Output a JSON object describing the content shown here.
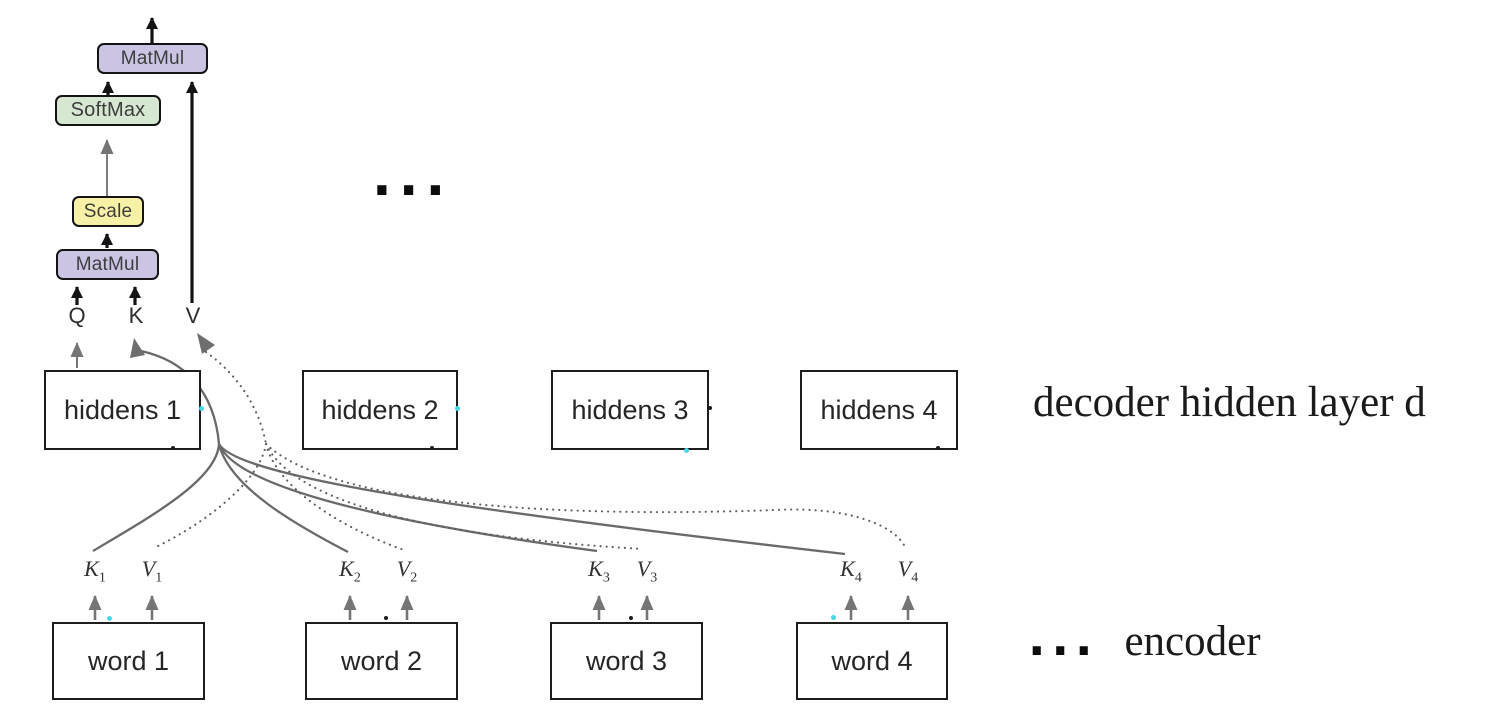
{
  "attention_stack": {
    "matmul_top": "MatMul",
    "softmax": "SoftMax",
    "scale": "Scale",
    "matmul_bottom": "MatMul",
    "q_label": "Q",
    "k_label": "K",
    "v_label": "V"
  },
  "ellipsis_mid": "...",
  "decoder_row": {
    "boxes": [
      {
        "label": "hiddens 1"
      },
      {
        "label": "hiddens 2"
      },
      {
        "label": "hiddens 3"
      },
      {
        "label": "hiddens 4"
      }
    ],
    "annotation": "decoder hidden layer d"
  },
  "kv_labels": [
    {
      "base": "K",
      "sub": "1"
    },
    {
      "base": "V",
      "sub": "1"
    },
    {
      "base": "K",
      "sub": "2"
    },
    {
      "base": "V",
      "sub": "2"
    },
    {
      "base": "K",
      "sub": "3"
    },
    {
      "base": "V",
      "sub": "3"
    },
    {
      "base": "K",
      "sub": "4"
    },
    {
      "base": "V",
      "sub": "4"
    }
  ],
  "encoder_row": {
    "boxes": [
      {
        "label": "word 1"
      },
      {
        "label": "word 2"
      },
      {
        "label": "word 3"
      },
      {
        "label": "word 4"
      }
    ],
    "annotation_dots": "...",
    "annotation": "encoder"
  },
  "colors": {
    "matmul_fill": "#cbc5e3",
    "softmax_fill": "#d6e7d2",
    "scale_fill": "#f7f1a8",
    "black_line": "#141414",
    "gray_line": "#6a6a6a",
    "artifact_cyan": "#49d7e8"
  }
}
